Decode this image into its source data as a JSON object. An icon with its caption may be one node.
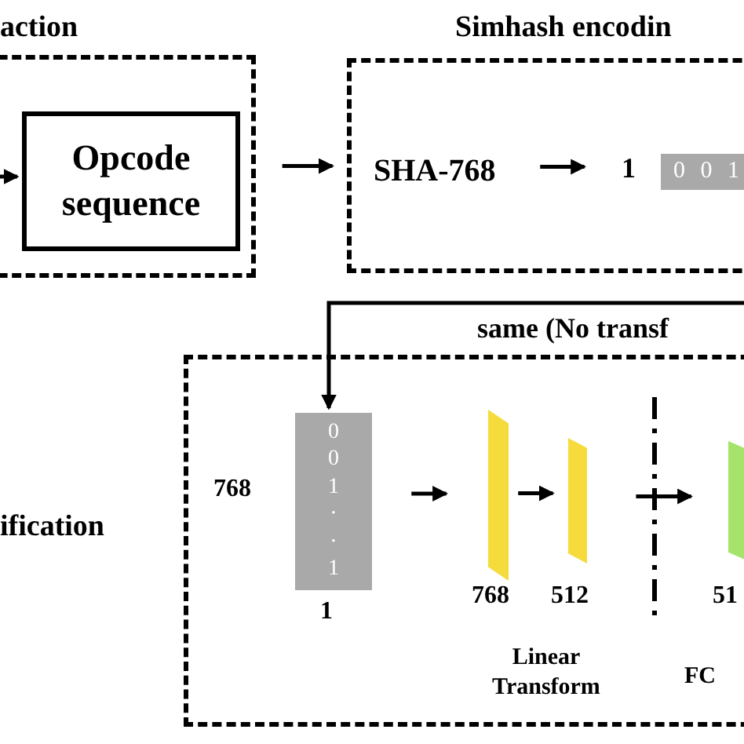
{
  "diagram": {
    "nodes": [
      {
        "text": [
          "action"
        ]
      },
      {
        "text": [
          "Opcode sequence"
        ],
        "in": 0
      },
      {
        "text": [
          "Simhash encodin"
        ]
      },
      {
        "text": [
          "SHA-768"
        ],
        "in": 2
      },
      {
        "text": [
          "0 0 1"
        ],
        "beside": [
          "1"
        ],
        "in": 2
      },
      {
        "text": [
          "ification"
        ]
      },
      {
        "text": [
          "0",
          "0",
          "1",
          "·",
          "·",
          "1"
        ],
        "beside": [
          "768",
          "1"
        ],
        "in": 5
      },
      {
        "text": [],
        "shape": "bar",
        "beside": [
          "768"
        ],
        "in": 5
      },
      {
        "text": [],
        "shape": "bar",
        "beside": [
          "512"
        ],
        "in": 5
      },
      {
        "text": [],
        "shape": "bar",
        "beside": [
          "51"
        ],
        "in": 5
      }
    ],
    "edges": [
      {
        "from": null,
        "to": 1,
        "arrow": "to"
      },
      {
        "from": 0,
        "to": 2,
        "arrow": "to"
      },
      {
        "from": 3,
        "to": 4,
        "arrow": "to"
      },
      {
        "from": null,
        "to": 6,
        "arrow": "to",
        "label": "same (No transf"
      },
      {
        "from": 6,
        "to": 7,
        "arrow": "to"
      },
      {
        "from": 7,
        "to": 8,
        "arrow": "to"
      },
      {
        "from": 8,
        "to": 9,
        "arrow": "to"
      }
    ],
    "labels": [
      "Linear Transform",
      "FC"
    ]
  }
}
